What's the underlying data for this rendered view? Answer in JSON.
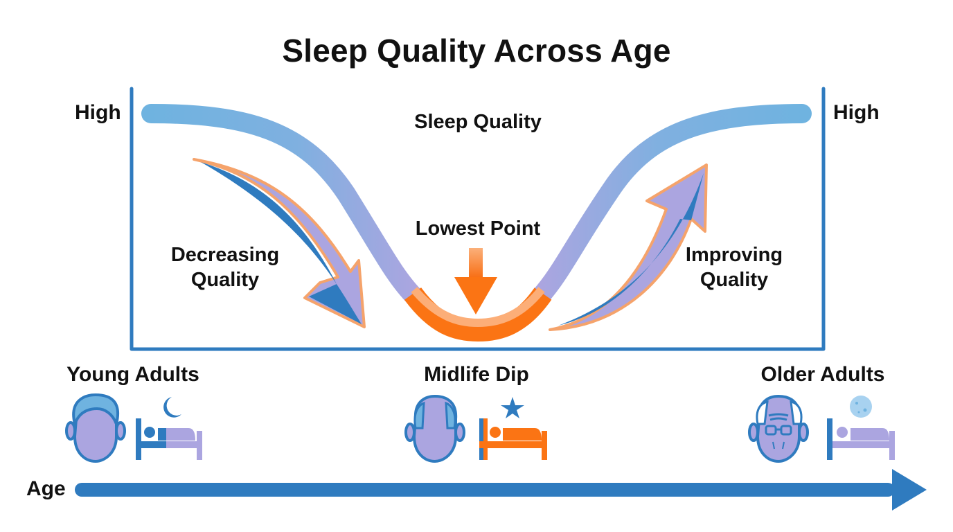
{
  "title": "Sleep Quality Across Age",
  "axis": {
    "y_label_left": "High",
    "y_label_right": "High",
    "x_label": "Age"
  },
  "curve": {
    "label": "Sleep Quality",
    "lowest_label": "Lowest Point",
    "decreasing_label_line1": "Decreasing",
    "decreasing_label_line2": "Quality",
    "improving_label_line1": "Improving",
    "improving_label_line2": "Quality"
  },
  "stages": [
    {
      "label": "Young Adults",
      "icons": [
        "young-face-icon",
        "bed-icon",
        "crescent-moon-icon"
      ]
    },
    {
      "label": "Midlife Dip",
      "icons": [
        "balding-face-icon",
        "bed-icon",
        "star-icon"
      ]
    },
    {
      "label": "Older Adults",
      "icons": [
        "elderly-face-icon",
        "bed-icon",
        "full-moon-icon"
      ]
    }
  ],
  "colors": {
    "axis_blue": "#2f7bbf",
    "curve_light_blue": "#6fb3e0",
    "curve_lavender": "#a9a4e0",
    "dip_orange": "#fb7414",
    "dip_light_orange": "#fcae78",
    "arrow_outline": "#f5a36b"
  },
  "chart_data": {
    "type": "line",
    "title": "Sleep Quality Across Age",
    "xlabel": "Age",
    "ylabel": "Sleep Quality",
    "categories": [
      "Young Adults",
      "Midlife Dip",
      "Older Adults"
    ],
    "series": [
      {
        "name": "Sleep Quality",
        "values": [
          "High",
          "Lowest Point",
          "High"
        ]
      }
    ],
    "annotations": [
      "Decreasing Quality",
      "Lowest Point",
      "Improving Quality"
    ],
    "grid": false,
    "legend": "none"
  }
}
